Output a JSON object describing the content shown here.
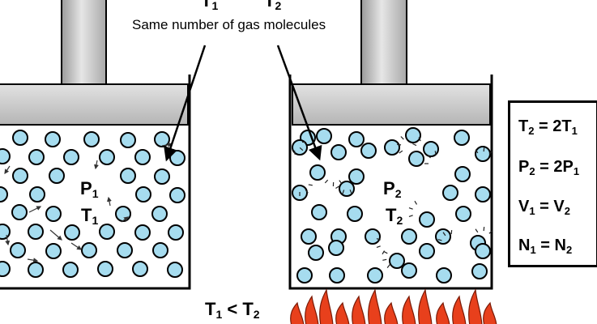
{
  "caption": "Same number of gas molecules",
  "top_labels": {
    "left": "T",
    "left_sub": "1",
    "right": "T",
    "right_sub": "2"
  },
  "left_container": {
    "pressure": "P",
    "pressure_sub": "1",
    "temperature": "T",
    "temperature_sub": "1"
  },
  "right_container": {
    "pressure": "P",
    "pressure_sub": "2",
    "temperature": "T",
    "temperature_sub": "2"
  },
  "bottom_label": {
    "a": "T",
    "a_sub": "1",
    "op": " < ",
    "b": "T",
    "b_sub": "2"
  },
  "equations": [
    {
      "lhs": "T",
      "lhs_sub": "2",
      "rhs": "2T",
      "rhs_sub": "1"
    },
    {
      "lhs": "P",
      "lhs_sub": "2",
      "rhs": "2P",
      "rhs_sub": "1"
    },
    {
      "lhs": "V",
      "lhs_sub": "1",
      "rhs": "V",
      "rhs_sub": "2"
    },
    {
      "lhs": "N",
      "lhs_sub": "1",
      "rhs": "N",
      "rhs_sub": "2"
    }
  ],
  "colors": {
    "molecule": "#a6dcef",
    "piston": "#cfcfcf",
    "flame": "#e8401c"
  }
}
